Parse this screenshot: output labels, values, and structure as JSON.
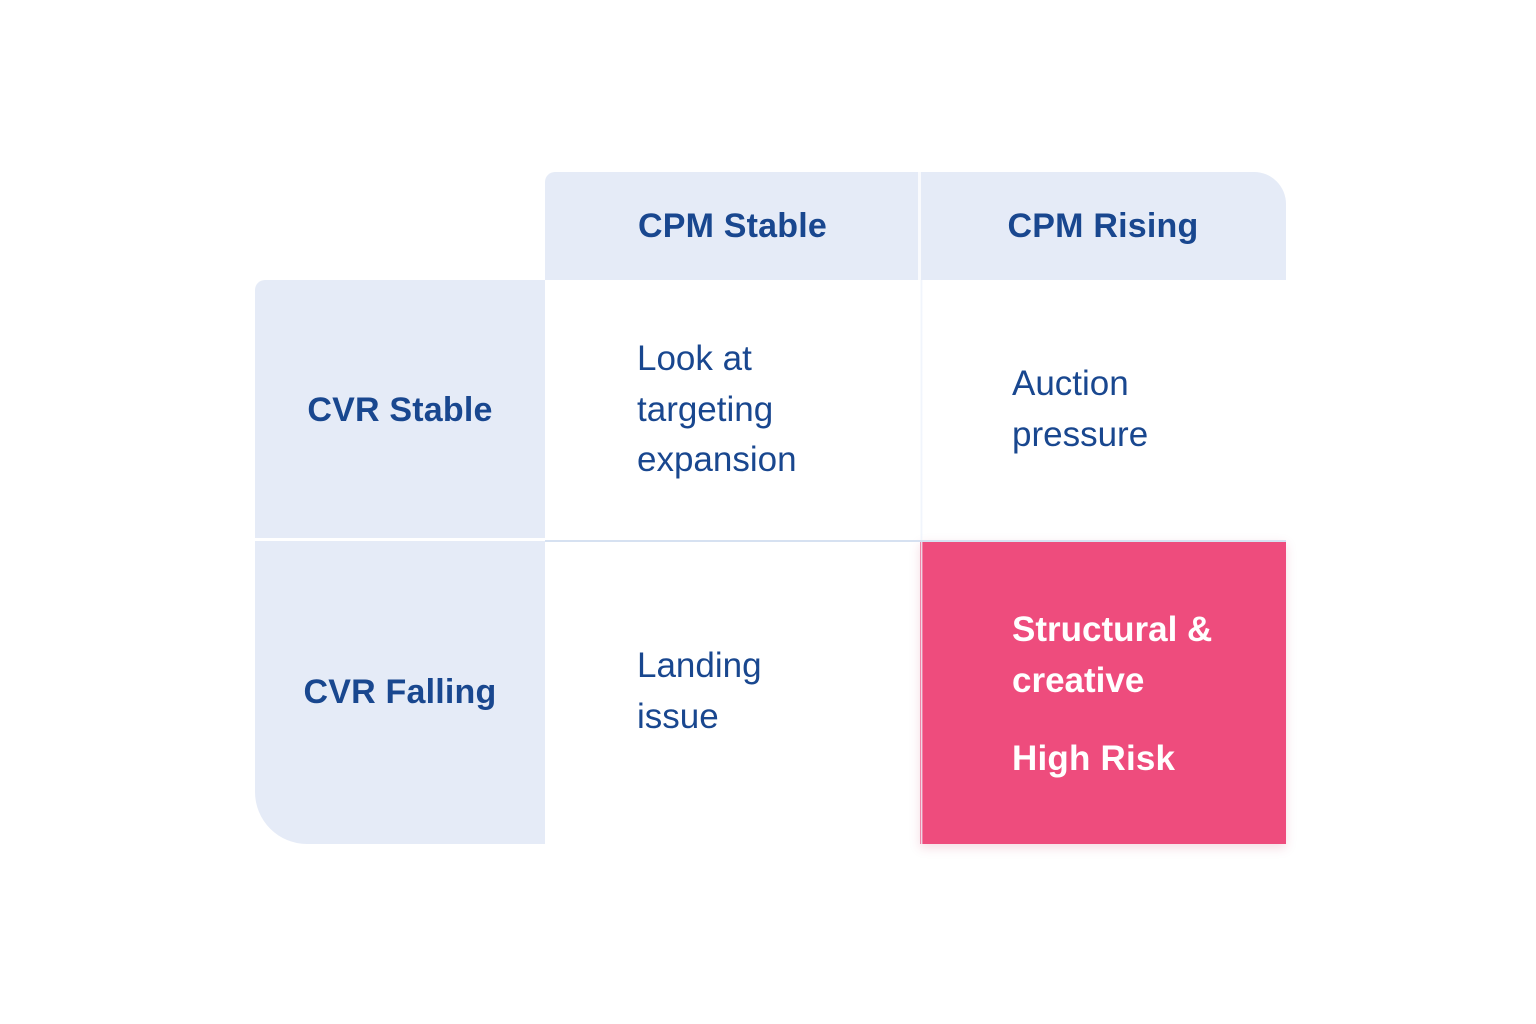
{
  "matrix": {
    "corner_label": "",
    "column_headers": [
      {
        "label": "CPM Stable"
      },
      {
        "label": "CPM Rising"
      }
    ],
    "row_headers": [
      {
        "label": "CVR Stable"
      },
      {
        "label": "CVR Falling"
      }
    ],
    "cells": [
      {
        "row": "CVR Stable",
        "column": "CPM Stable",
        "text": "Look at targeting expansion",
        "emphasis": "",
        "highlight": false
      },
      {
        "row": "CVR Stable",
        "column": "CPM Rising",
        "text": "Auction pressure",
        "emphasis": "",
        "highlight": false
      },
      {
        "row": "CVR Falling",
        "column": "CPM Stable",
        "text": "Landing issue",
        "emphasis": "",
        "highlight": false
      },
      {
        "row": "CVR Falling",
        "column": "CPM Rising",
        "text": "Structural & creative",
        "emphasis": "High Risk",
        "highlight": true
      }
    ]
  },
  "colors": {
    "header_background": "#e5ebf7",
    "text_blue": "#19478f",
    "highlight_pink": "#ee4c7d",
    "highlight_text": "#ffffff",
    "page_background": "#ffffff",
    "divider": "#d6e1f1"
  }
}
